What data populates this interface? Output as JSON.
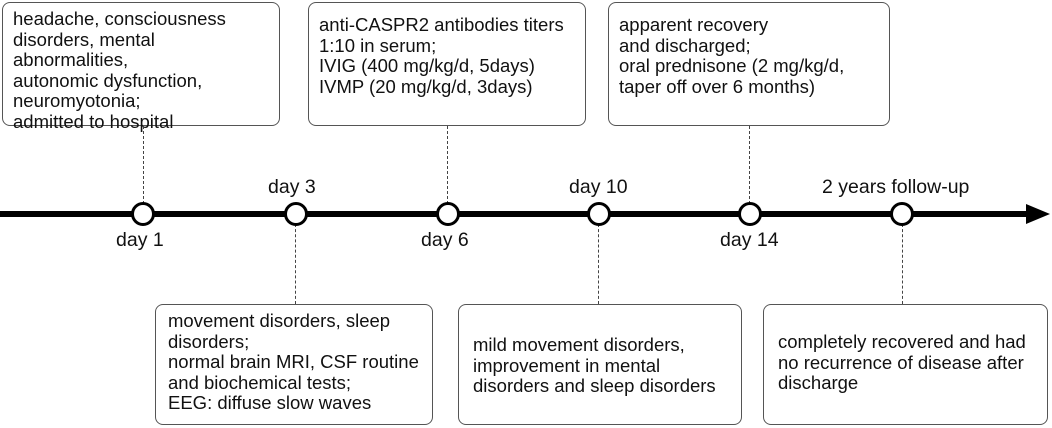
{
  "timeline": {
    "top_boxes": [
      {
        "text": "headache, consciousness\ndisorders, mental abnormalities,\nautonomic dysfunction,\nneuromyotonia;\nadmitted to hospital"
      },
      {
        "text": "anti-CASPR2 antibodies titers\n1:10 in serum;\nIVIG (400 mg/kg/d, 5days)\nIVMP (20 mg/kg/d, 3days)"
      },
      {
        "text": "apparent recovery\nand discharged;\noral prednisone (2 mg/kg/d,\ntaper off over 6 months)"
      }
    ],
    "bottom_boxes": [
      {
        "text": "movement disorders, sleep\ndisorders;\nnormal brain MRI, CSF routine\nand biochemical tests;\nEEG: diffuse slow waves"
      },
      {
        "text": "mild movement disorders,\nimprovement in mental\ndisorders and sleep disorders"
      },
      {
        "text": "completely recovered and  had\nno recurrence of disease after\ndischarge"
      }
    ],
    "points": [
      {
        "label": "day 1"
      },
      {
        "label": "day 3"
      },
      {
        "label": "day 6"
      },
      {
        "label": "day 10"
      },
      {
        "label": "day 14"
      },
      {
        "label": "2 years follow-up"
      }
    ]
  }
}
